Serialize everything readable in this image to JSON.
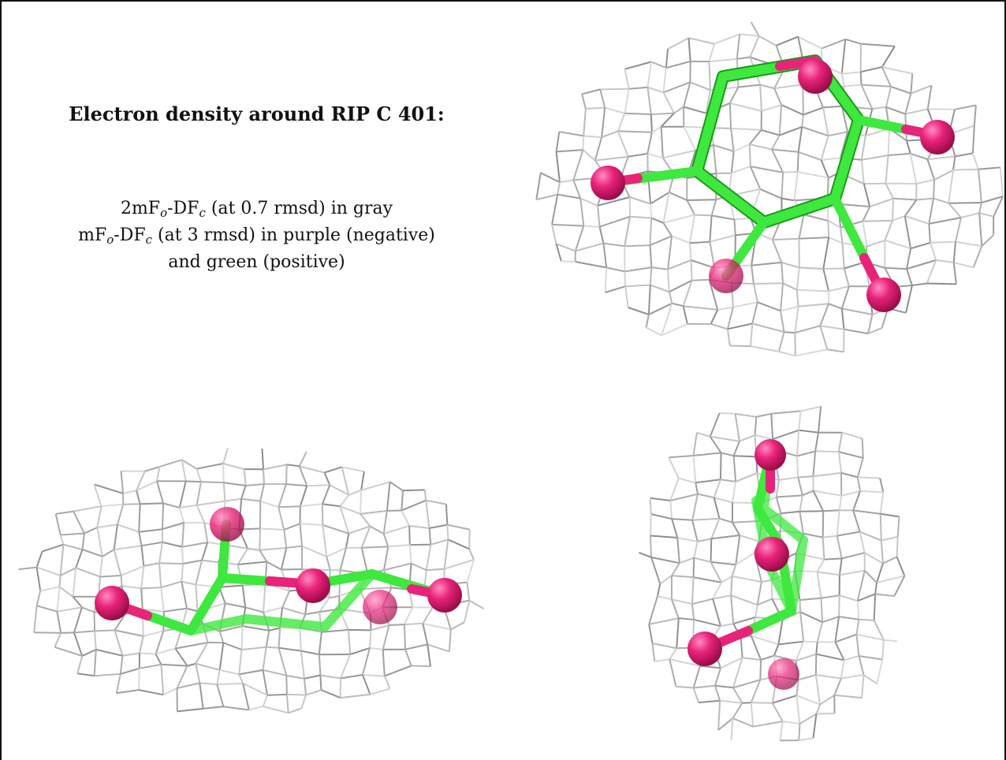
{
  "panel_title": "Electron density around RIP C 401:",
  "legend": {
    "line1": {
      "pre": "2mF",
      "sub1": "o",
      "mid": "-DF",
      "sub2": "c",
      "post": " (at 0.7 rmsd) in gray"
    },
    "line2": {
      "pre": "mF",
      "sub1": "o",
      "mid": "-DF",
      "sub2": "c",
      "post": " (at 3 rmsd) in purple (negative)"
    },
    "line3": "and green (positive)"
  },
  "colors": {
    "mesh": "#a8a8a8",
    "mesh_dark": "#6e6e6e",
    "carbon": "#3ee83e",
    "oxygen": "#e8237a",
    "border": "#111111"
  },
  "views": [
    {
      "id": "top-right",
      "description_icon": "molecule-ring-icon"
    },
    {
      "id": "bottom-left",
      "description_icon": "molecule-ring-icon"
    },
    {
      "id": "bottom-right",
      "description_icon": "molecule-ring-icon"
    }
  ]
}
